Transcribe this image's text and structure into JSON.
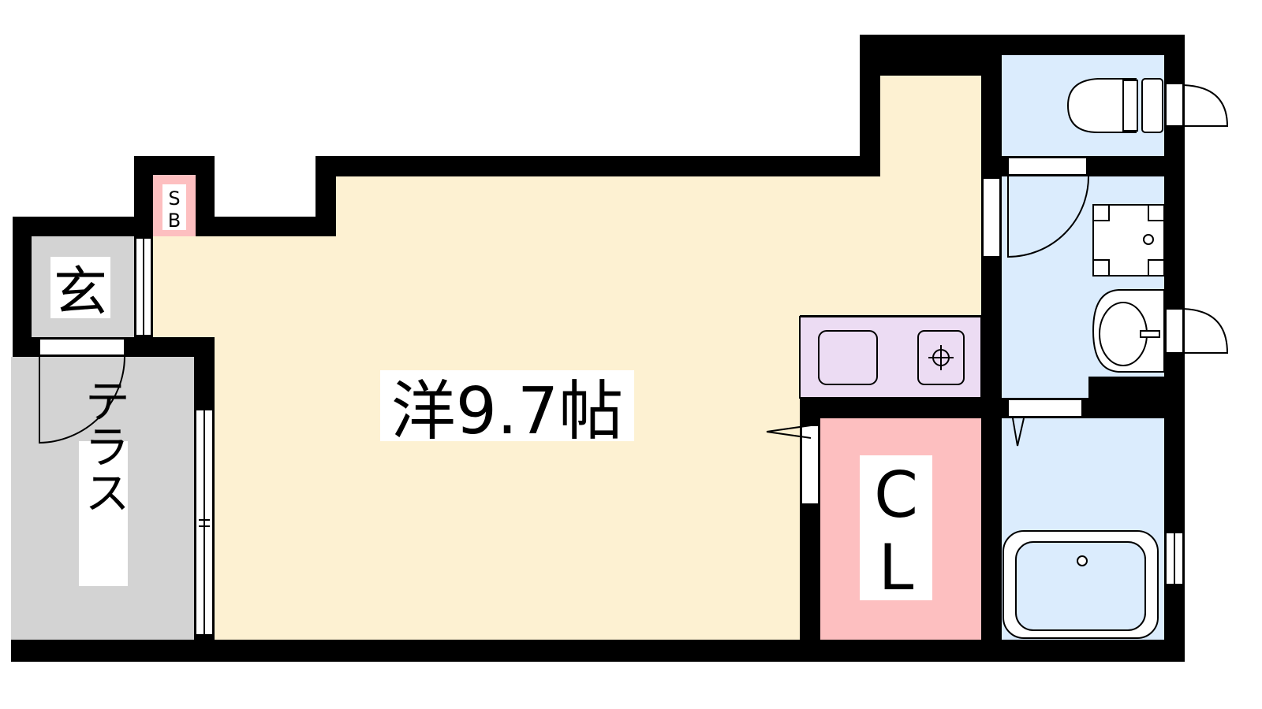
{
  "labels": {
    "western_room": "洋9.7帖",
    "entrance": "玄",
    "terrace": "テラス",
    "closet_c": "C",
    "closet_l": "L",
    "shoebox_s": "S",
    "shoebox_b": "B"
  },
  "colors": {
    "wall": "#000000",
    "western_room": "#fdf1d2",
    "entrance": "#d3d3d3",
    "terrace": "#d3d3d3",
    "closet": "#fdbfc0",
    "shoebox": "#fdbfc0",
    "kitchen": "#ecdcf3",
    "wet_area": "#dbecfd"
  },
  "icons": [
    "toilet-icon",
    "washing-machine-icon",
    "washbasin-icon",
    "bathtub-icon",
    "stove-icon",
    "sink-icon",
    "door-swing-icon"
  ]
}
